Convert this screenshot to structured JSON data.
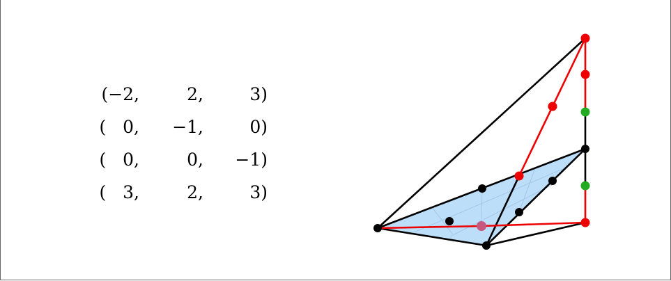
{
  "matrix": {
    "rows": [
      [
        "(−2,",
        "2,",
        "3)"
      ],
      [
        "(   0,",
        "−1,",
        "0)"
      ],
      [
        "(   0,",
        "0,",
        "−1)"
      ],
      [
        "(   3,",
        "2,",
        "3)"
      ]
    ]
  },
  "diagram": {
    "colors": {
      "edge": "#000000",
      "red": "#ee0000",
      "green": "#22aa22",
      "face_fill": "#9fd0f7",
      "grid": "#8fb8dc"
    }
  }
}
